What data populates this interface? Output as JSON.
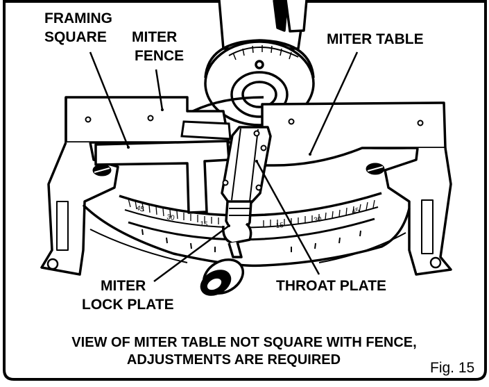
{
  "labels": {
    "framing_square_line1": "FRAMING",
    "framing_square_line2": "SQUARE",
    "miter_fence_line1": "MITER",
    "miter_fence_line2": "FENCE",
    "miter_table": "MITER TABLE",
    "miter_lock_plate_line1": "MITER",
    "miter_lock_plate_line2": "LOCK PLATE",
    "throat_plate": "THROAT PLATE"
  },
  "caption": {
    "line1": "VIEW OF MITER TABLE NOT SQUARE WITH FENCE,",
    "line2": "ADJUSTMENTS ARE REQUIRED"
  },
  "figure_label": "Fig. 15",
  "scale_numbers": {
    "left": [
      "45",
      "30",
      "15"
    ],
    "right": [
      "15",
      "30",
      "45"
    ]
  }
}
